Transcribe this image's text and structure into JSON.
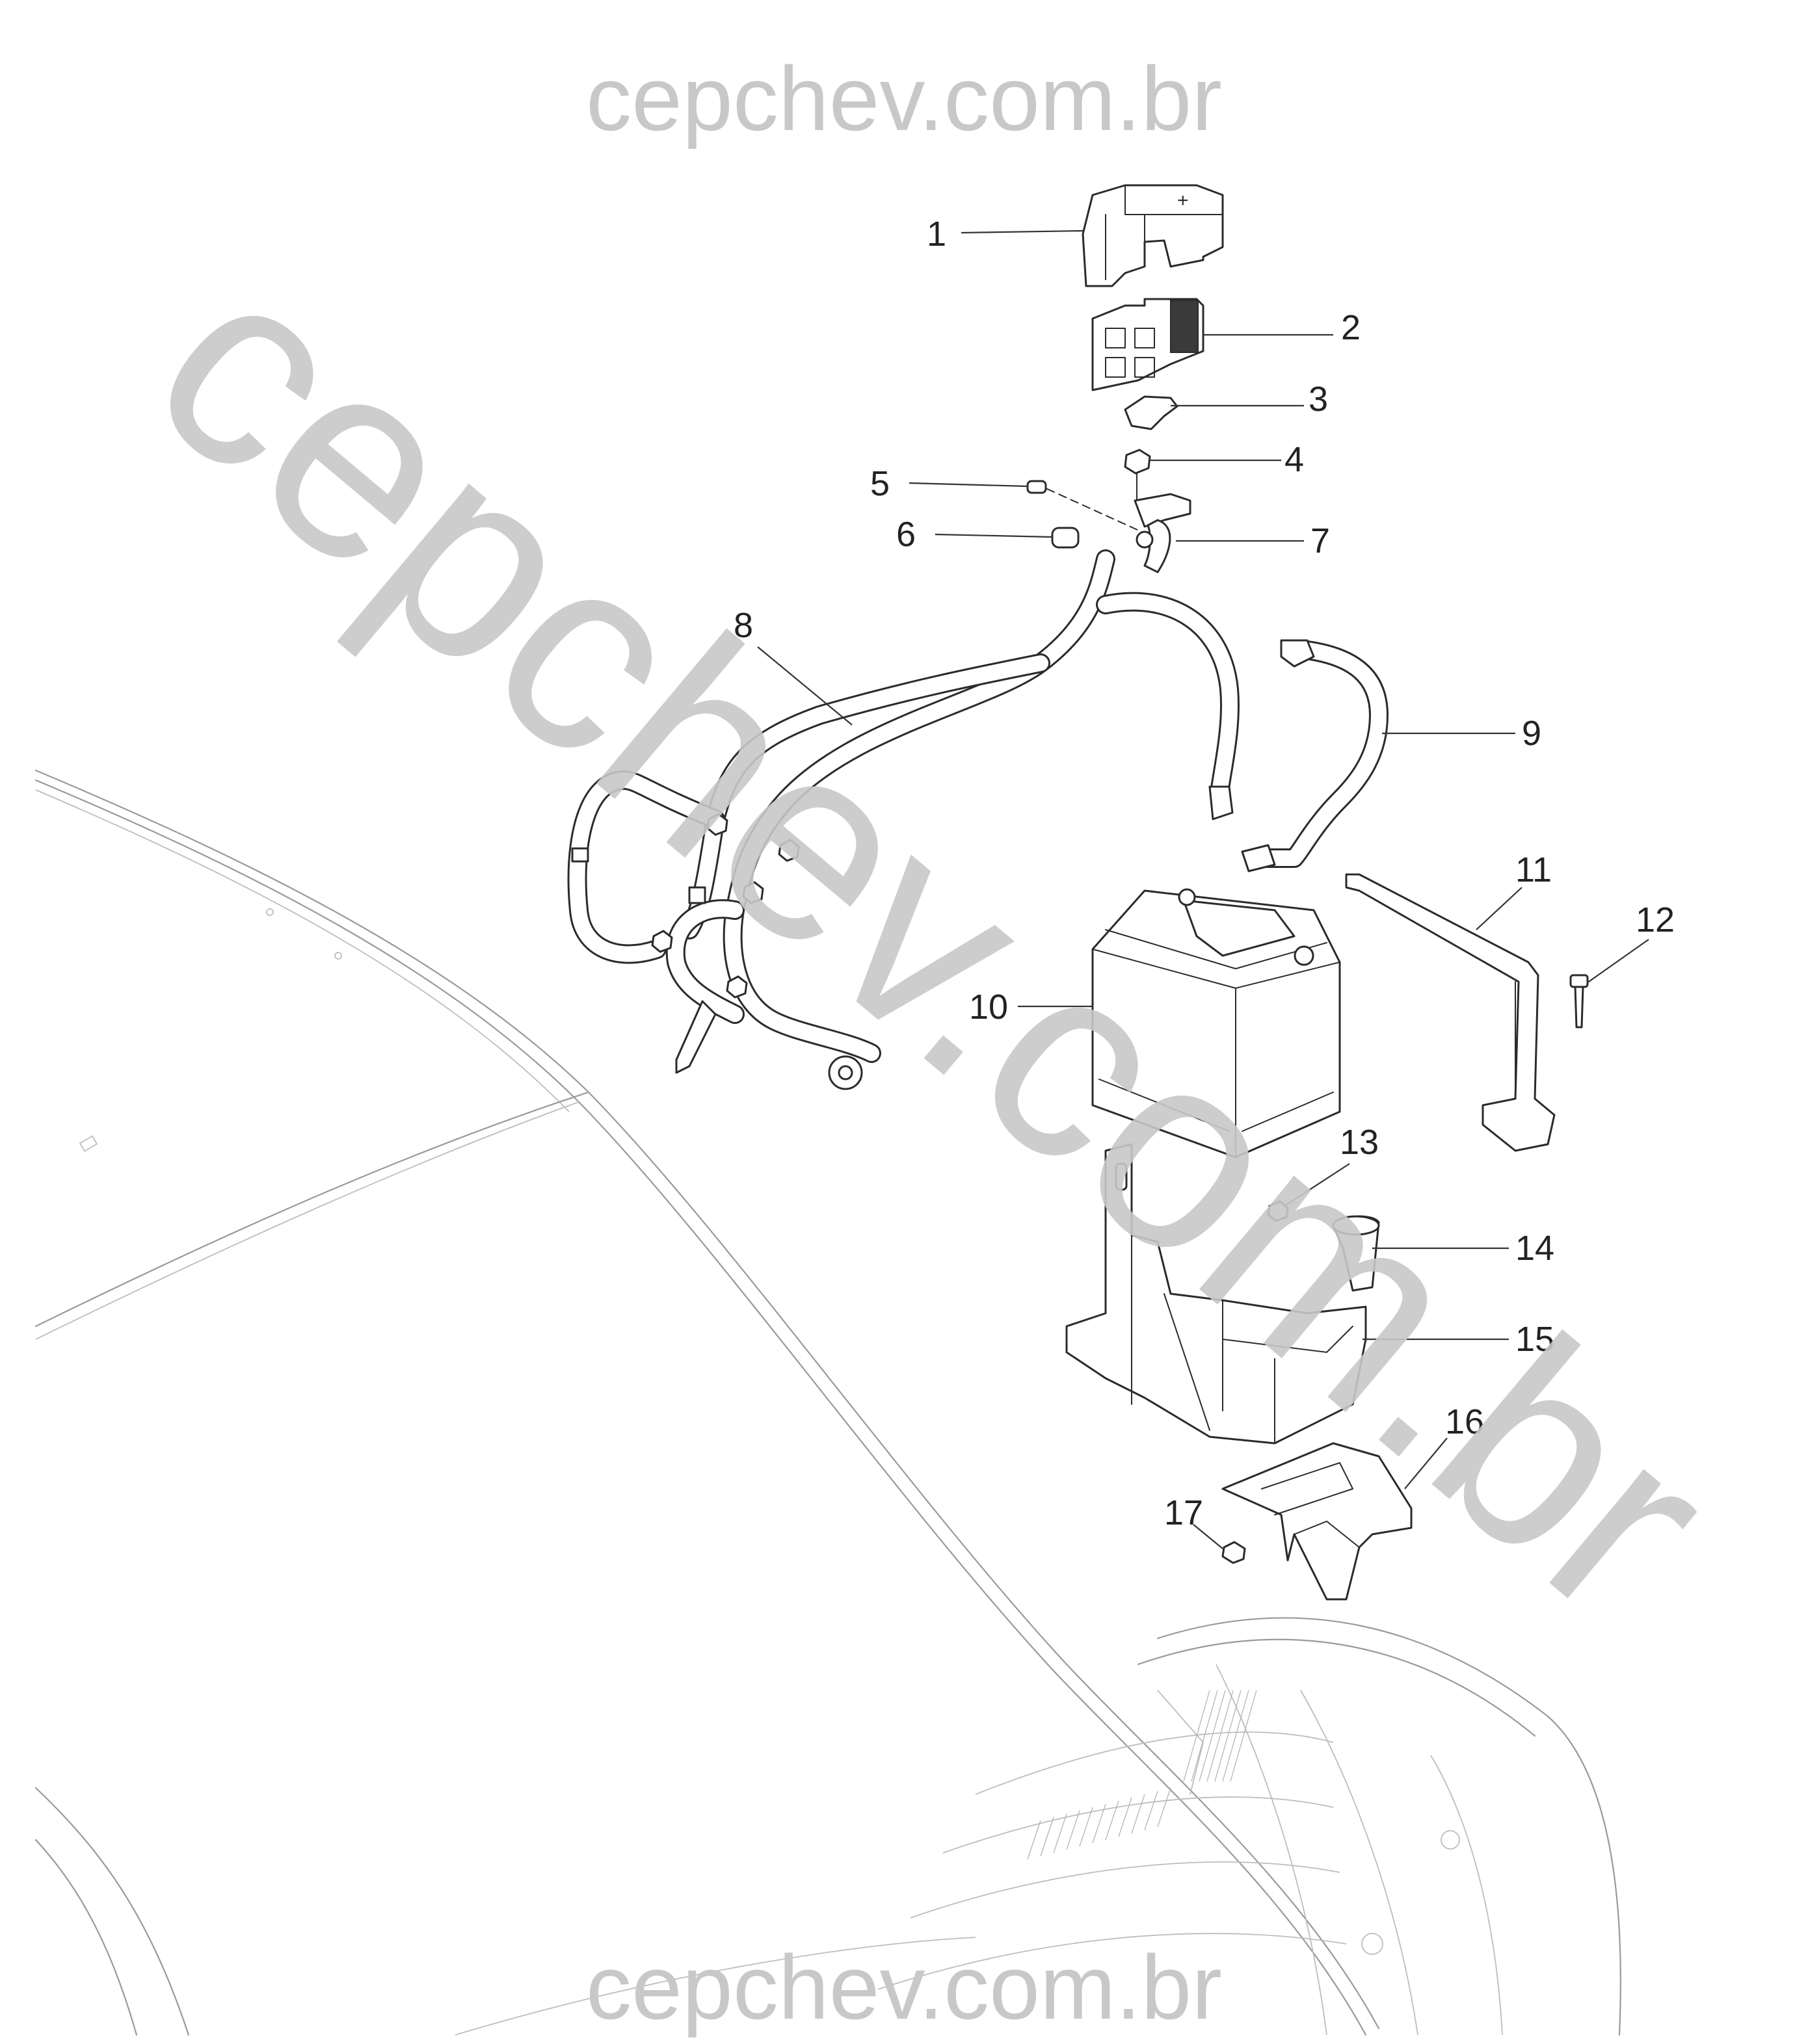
{
  "watermark": {
    "top": "cepchev.com.br",
    "diagonal": "cepchev.com.br",
    "bottom": "cepchev.com.br"
  },
  "callouts": [
    "1",
    "2",
    "3",
    "4",
    "5",
    "6",
    "7",
    "8",
    "9",
    "10",
    "11",
    "12",
    "13",
    "14",
    "15",
    "16",
    "17"
  ],
  "colors": {
    "watermark": "#c8c8c8",
    "linework": "#2b2b2b",
    "car_outline": "#9a9a9a",
    "background": "#ffffff"
  },
  "icons": {
    "battery": "battery-icon",
    "cable": "cable-icon",
    "bracket": "bracket-icon",
    "bolt": "bolt-icon"
  }
}
